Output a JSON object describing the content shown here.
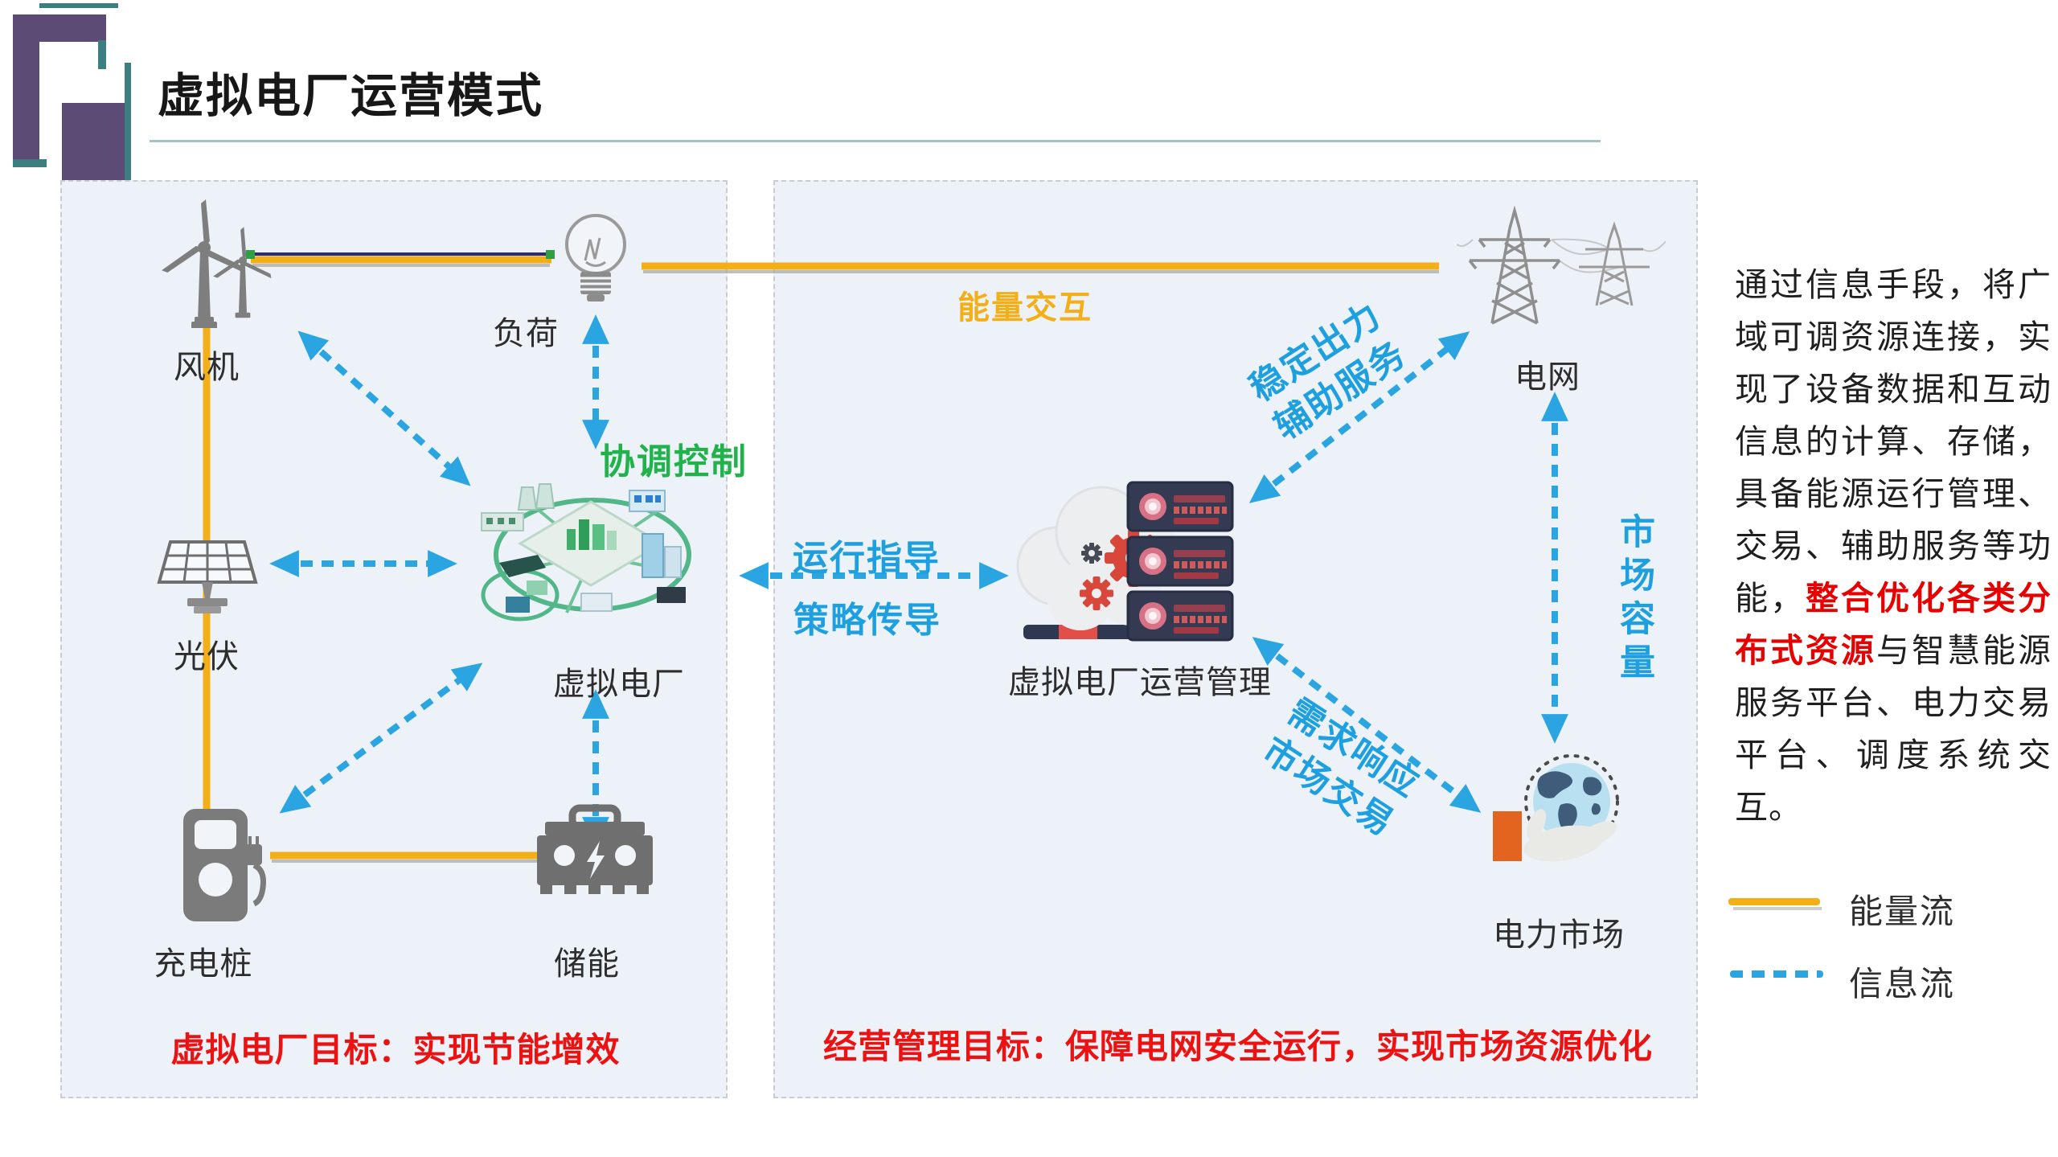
{
  "slide": {
    "title": "虚拟电厂运营模式"
  },
  "left_panel": {
    "wind_label": "风机",
    "load_label": "负荷",
    "pv_label": "光伏",
    "charger_label": "充电桩",
    "storage_label": "储能",
    "vpp_label": "虚拟电厂",
    "coordination_control": "协调控制",
    "goal_text": "虚拟电厂目标：实现节能增效"
  },
  "right_panel": {
    "management_label": "虚拟电厂运营管理",
    "grid_label": "电网",
    "market_label": "电力市场",
    "operation_guidance": "运行指导",
    "strategy_transmission": "策略传导",
    "stable_output": "稳定出力",
    "ancillary_service": "辅助服务",
    "demand_response": "需求响应",
    "market_trading": "市场交易",
    "market_capacity": "市场容量",
    "energy_interaction": "能量交互",
    "goal_text": "经营管理目标：保障电网安全运行，实现市场资源优化"
  },
  "description": {
    "before": "通过信息手段，将广域可调资源连接，实现了设备数据和互动信息的计算、存储，具备能源运行管理、交易、辅助服务等功能，",
    "highlight": "整合优化各类分布式资源",
    "after": "与智慧能源服务平台、电力交易平台、调度系统交互。"
  },
  "legend": {
    "energy_flow": "能量流",
    "info_flow": "信息流"
  },
  "colors": {
    "energy_line": "#f2af17",
    "info_line": "#2aa5e2",
    "accent_green": "#21b24c",
    "accent_red": "#ed1212",
    "text_blue": "#1e9fdf",
    "panel_bg": "#edf2f8",
    "logo_purple": "#5c4b75",
    "logo_teal": "#3d7e80"
  }
}
